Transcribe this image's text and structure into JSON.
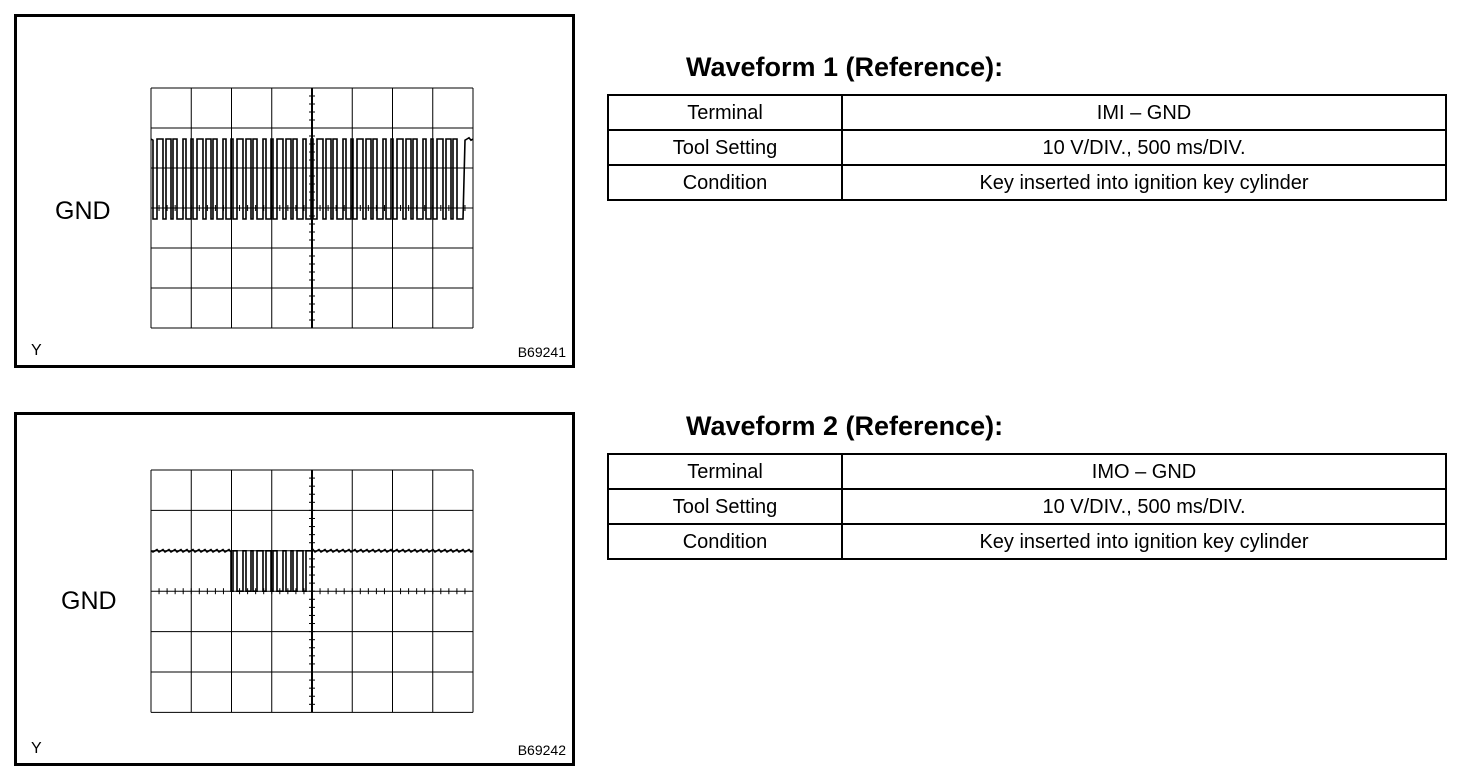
{
  "waveforms": [
    {
      "heading": "Waveform 1 (Reference):",
      "scope": {
        "ground_label": "GND",
        "corner_letter": "Y",
        "figure_code": "B69241"
      },
      "rows": [
        {
          "key": "Terminal",
          "value": "IMI – GND"
        },
        {
          "key": "Tool Setting",
          "value": "10 V/DIV., 500 ms/DIV."
        },
        {
          "key": "Condition",
          "value": "Key inserted into ignition key cylinder"
        }
      ]
    },
    {
      "heading": "Waveform 2 (Reference):",
      "scope": {
        "ground_label": "GND",
        "corner_letter": "Y",
        "figure_code": "B69242"
      },
      "rows": [
        {
          "key": "Terminal",
          "value": "IMO – GND"
        },
        {
          "key": "Tool Setting",
          "value": "10 V/DIV., 500 ms/DIV."
        },
        {
          "key": "Condition",
          "value": "Key inserted into ignition key cylinder"
        }
      ]
    }
  ],
  "colors": {
    "ink": "#000000",
    "paper": "#ffffff"
  }
}
